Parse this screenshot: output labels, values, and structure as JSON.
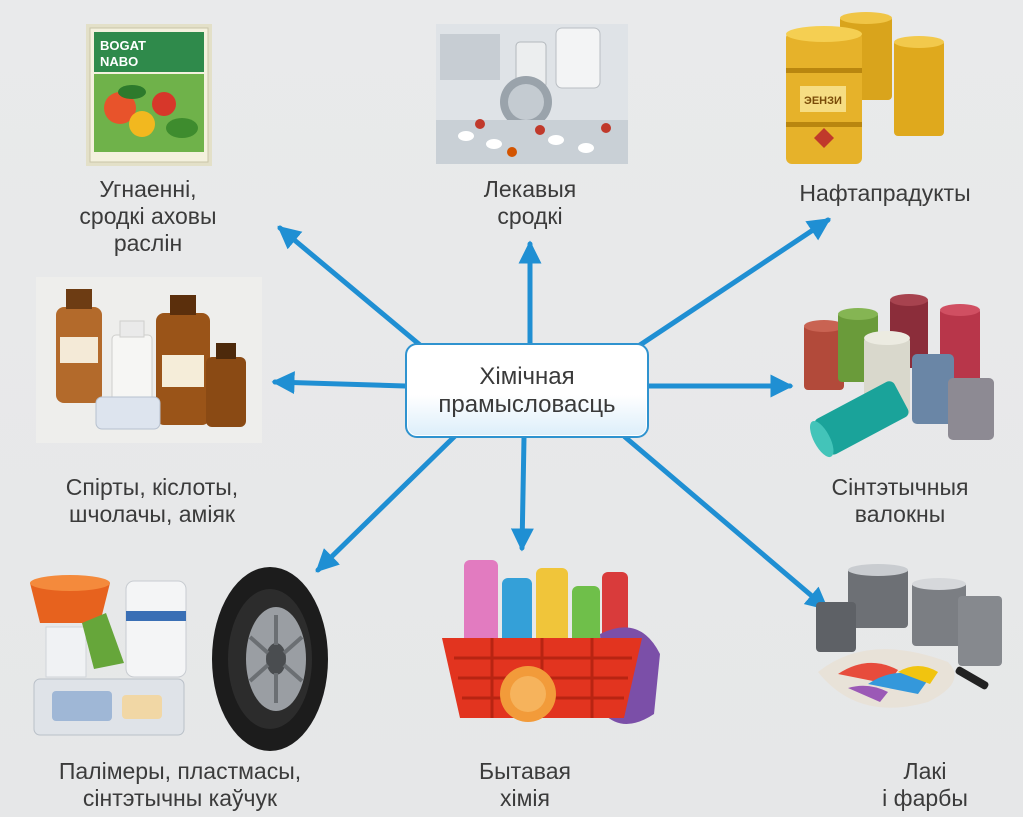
{
  "center": {
    "lines": [
      "Хімічная",
      "прамысловасць"
    ]
  },
  "products": [
    {
      "id": "fertilizers",
      "lines": [
        "Угнаенні,",
        "сродкі аховы",
        "раслін"
      ],
      "icon": "fertilizer-package-image"
    },
    {
      "id": "medicines",
      "lines": [
        "Лекавыя",
        "сродкі"
      ],
      "icon": "pills-image"
    },
    {
      "id": "oil-products",
      "lines": [
        "Нафтапрадукты"
      ],
      "icon": "oil-barrels-image"
    },
    {
      "id": "spirits",
      "lines": [
        "Спірты, кіслоты,",
        "шчолачы, аміяк"
      ],
      "icon": "chemical-bottles-image"
    },
    {
      "id": "fibers",
      "lines": [
        "Сінтэтычныя",
        "валокны"
      ],
      "icon": "thread-spools-image"
    },
    {
      "id": "polymers",
      "lines": [
        "Палімеры, пластмасы,",
        "сінтэтычны каўчук"
      ],
      "icon": "plastics-and-tire-image"
    },
    {
      "id": "household",
      "lines": [
        "Бытавая",
        "хімія"
      ],
      "icon": "cleaning-basket-image"
    },
    {
      "id": "paints",
      "lines": [
        "Лакі",
        "і фарбы"
      ],
      "icon": "paint-cans-image"
    }
  ],
  "colors": {
    "arrow": "#1f8fd3",
    "box_border": "#2f93cf",
    "background": "#e8e9ea",
    "text": "#3b3b3b"
  }
}
